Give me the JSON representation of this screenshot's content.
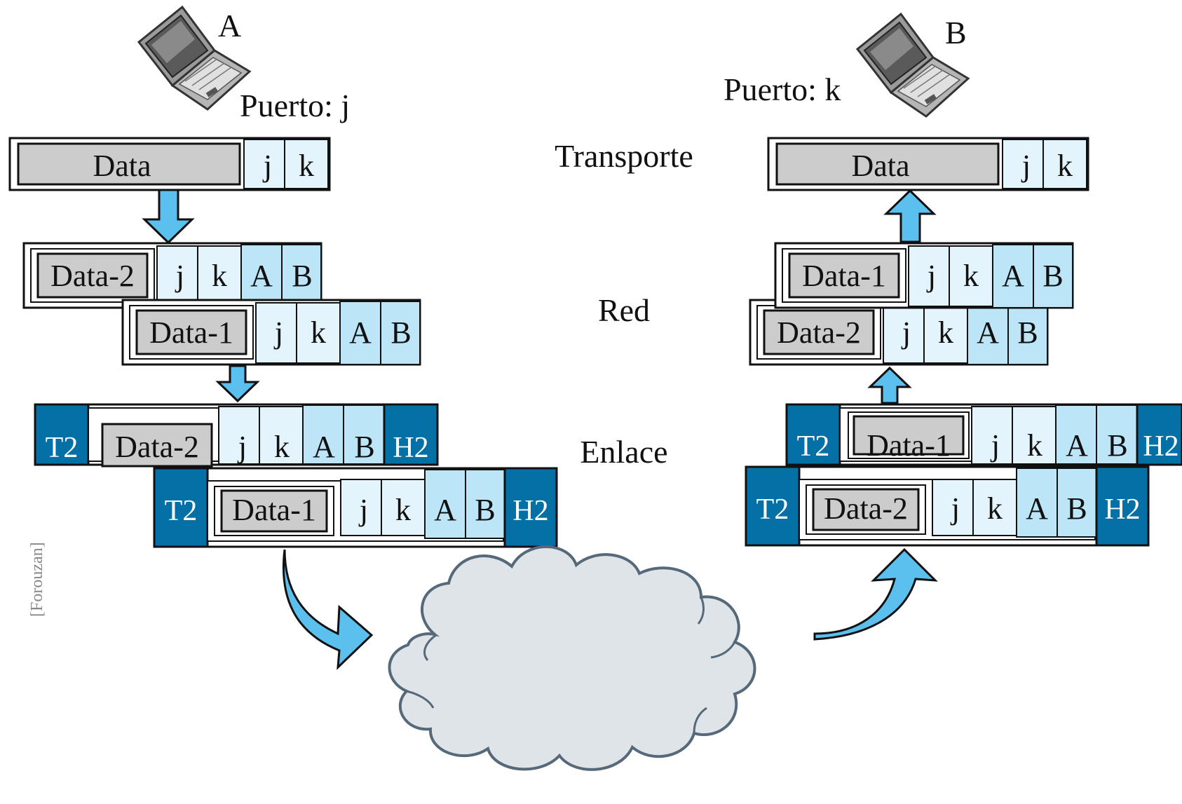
{
  "colors": {
    "light_blue": "#BCE6F8",
    "pale_blue": "#E3F4FC",
    "dark_blue": "#0570A6",
    "gray_box": "#CCCCCC",
    "arrow_blue": "#5BC0EE",
    "cloud_fill": "#DFE4E8",
    "cloud_stroke": "#55697A"
  },
  "hosts": {
    "a": {
      "name": "A",
      "port_label": "Puerto: j",
      "icon": "laptop-icon"
    },
    "b": {
      "name": "B",
      "port_label": "Puerto: k",
      "icon": "laptop-icon"
    }
  },
  "layers": {
    "transport": "Transporte",
    "network": "Red",
    "link": "Enlace"
  },
  "fields": {
    "data": "Data",
    "data1": "Data-1",
    "data2": "Data-2",
    "src_port": "j",
    "dst_port": "k",
    "src_addr": "A",
    "dst_addr": "B",
    "trailer": "T2",
    "header": "H2"
  },
  "credit": "[Forouzan]",
  "cloud_icon": "network-cloud-icon"
}
